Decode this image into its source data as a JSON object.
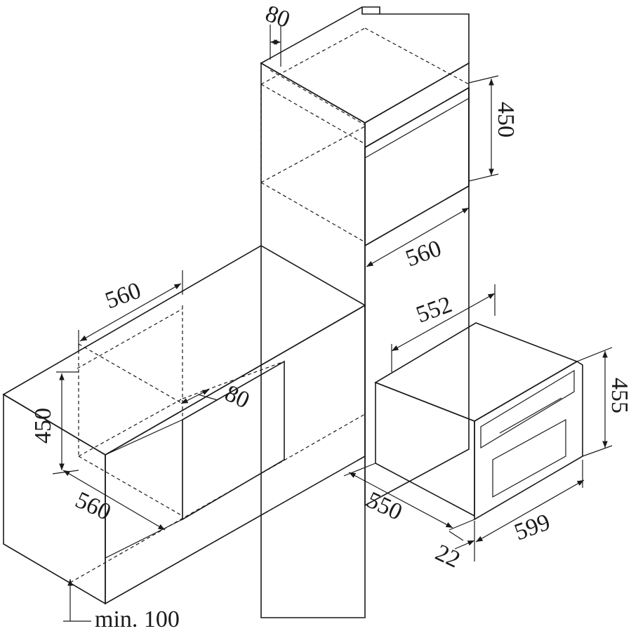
{
  "diagram": {
    "colors": {
      "top_face": "#9b9b9b",
      "front_face": "#d9d9d9",
      "side_face": "#c2c2c2",
      "cavity": "#aaaaaa",
      "stroke": "#1a1a1a"
    },
    "dimensions": {
      "tall_vent_depth": "80",
      "tall_niche_height": "450",
      "tall_niche_width": "560",
      "oven_width_top": "552",
      "oven_height": "455",
      "oven_depth": "550",
      "oven_front_width": "599",
      "oven_front_thickness": "22",
      "low_niche_width": "560",
      "low_niche_height": "450",
      "low_niche_depth": "560",
      "low_vent_depth": "80",
      "floor_clearance": "min. 100"
    }
  }
}
